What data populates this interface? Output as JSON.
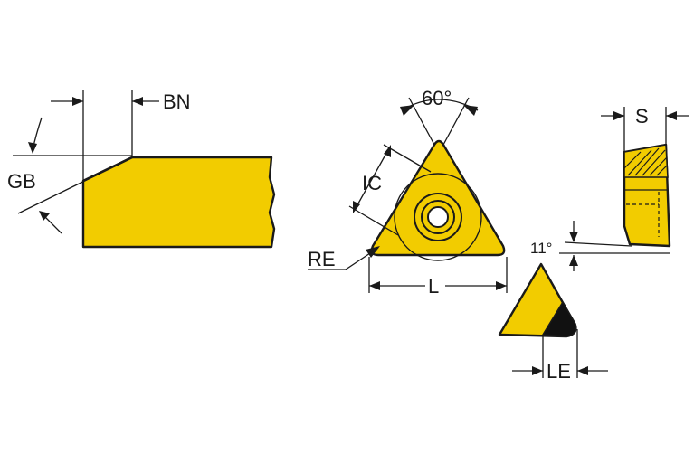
{
  "labels": {
    "bn": "BN",
    "gb": "GB",
    "angle_60": "60°",
    "ic": "IC",
    "re": "RE",
    "l": "L",
    "s": "S",
    "clearance_11": "11°",
    "le": "LE"
  },
  "colors": {
    "insert_fill": "#f2cc00",
    "outline": "#1a1a1a",
    "wiper_edge": "#111111",
    "background": "#ffffff"
  },
  "icons": {
    "dimension_arrow": "filled-triangle-arrowhead"
  }
}
